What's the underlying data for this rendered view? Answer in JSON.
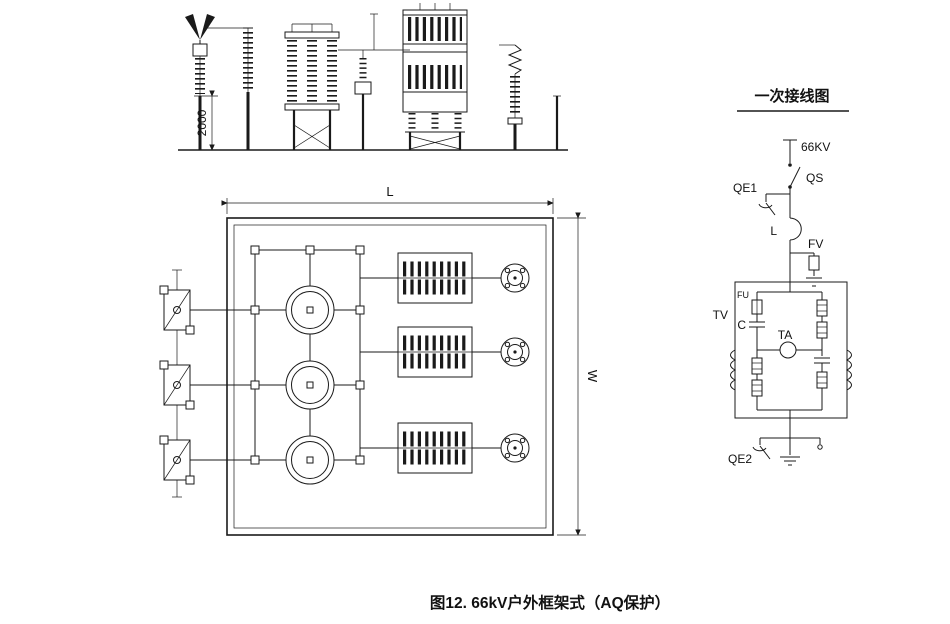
{
  "figure": {
    "caption": "图12. 66kV户外框架式（AQ保护）"
  },
  "elevation_view": {
    "dim_height_label": "2000"
  },
  "plan_view": {
    "dim_length_label": "L",
    "dim_width_label": "W"
  },
  "schematic": {
    "title": "一次接线图",
    "labels": {
      "voltage": "66KV",
      "disconnector": "QS",
      "earth_switch_1": "QE1",
      "reactor": "L",
      "arrester": "FV",
      "voltage_transformer": "TV",
      "capacitor": "C",
      "fuse": "FU",
      "current_transformer": "TA",
      "earth_switch_2": "QE2"
    }
  }
}
